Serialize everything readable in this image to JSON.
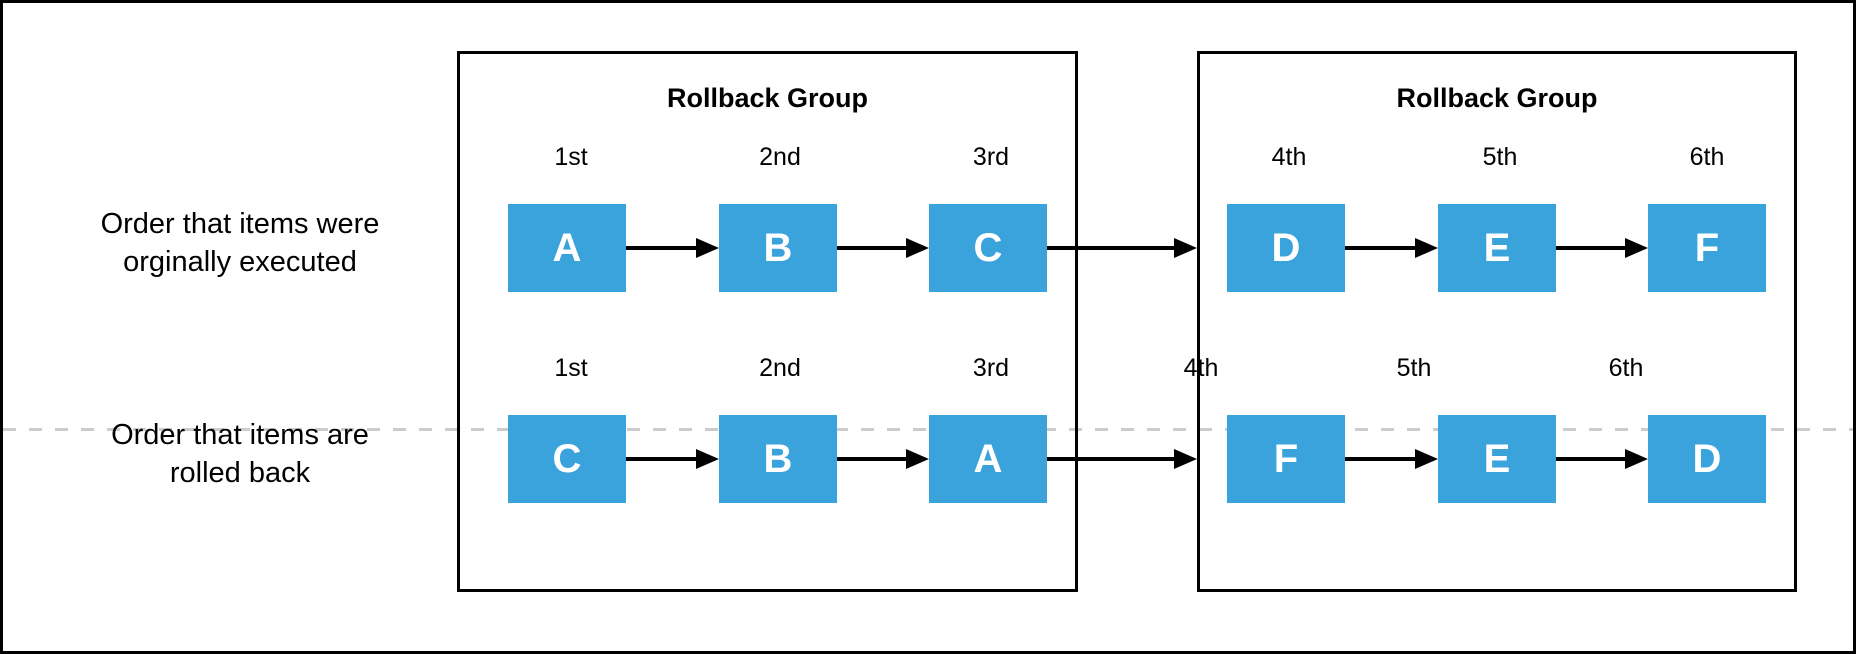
{
  "diagram": {
    "groups": [
      {
        "title": "Rollback Group"
      },
      {
        "title": "Rollback Group"
      }
    ],
    "row_executed": {
      "label_line1": "Order that items were",
      "label_line2": "orginally executed",
      "ordinals": [
        "1st",
        "2nd",
        "3rd",
        "4th",
        "5th",
        "6th"
      ],
      "letters": [
        "A",
        "B",
        "C",
        "D",
        "E",
        "F"
      ]
    },
    "row_rolled_back": {
      "label_line1": "Order that items are",
      "label_line2": "rolled back",
      "ordinals": [
        "1st",
        "2nd",
        "3rd",
        "4th",
        "5th",
        "6th"
      ],
      "letters": [
        "C",
        "B",
        "A",
        "F",
        "E",
        "D"
      ]
    },
    "colors": {
      "node_fill": "#3BA3DC",
      "node_text": "#ffffff",
      "arrow": "#000000",
      "divider": "#cccccc",
      "border": "#000000"
    }
  }
}
